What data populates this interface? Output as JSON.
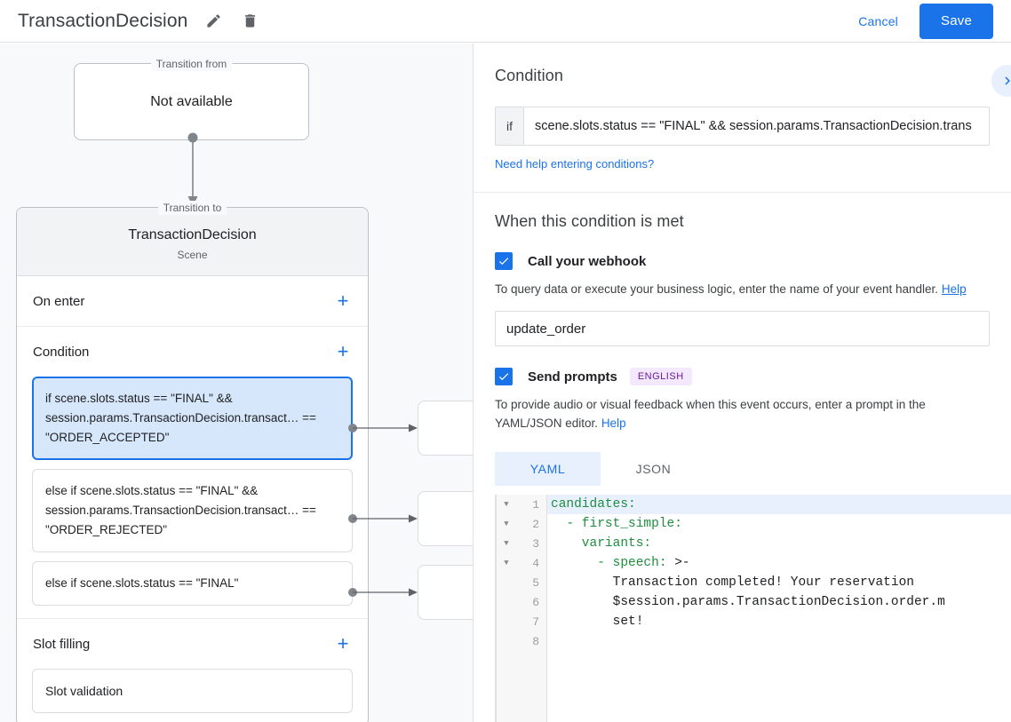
{
  "topbar": {
    "title": "TransactionDecision",
    "edit_icon": "pencil-icon",
    "delete_icon": "trash-icon",
    "cancel_label": "Cancel",
    "save_label": "Save"
  },
  "canvas": {
    "transition_from": {
      "legend": "Transition from",
      "value": "Not available"
    },
    "transition_to": {
      "legend": "Transition to",
      "name": "TransactionDecision",
      "type": "Scene"
    },
    "sections": [
      {
        "label": "On enter",
        "add_label": "+"
      },
      {
        "label": "Condition",
        "add_label": "+"
      },
      {
        "label": "Slot filling",
        "add_label": "+"
      }
    ],
    "conditions": [
      {
        "text": "if scene.slots.status == \"FINAL\" && session.params.TransactionDecision.transact… == \"ORDER_ACCEPTED\"",
        "selected": true
      },
      {
        "text": "else if scene.slots.status == \"FINAL\" && session.params.TransactionDecision.transact… == \"ORDER_REJECTED\"",
        "selected": false
      },
      {
        "text": "else if scene.slots.status == \"FINAL\"",
        "selected": false
      }
    ],
    "slot_filling_item": "Slot validation"
  },
  "panel": {
    "condition": {
      "title": "Condition",
      "collapse_icon": "chevron-right-icon",
      "if_label": "if",
      "if_value": "scene.slots.status == \"FINAL\" && session.params.TransactionDecision.trans",
      "help_link": "Need help entering conditions?"
    },
    "when_met": {
      "title": "When this condition is met",
      "webhook": {
        "checked": true,
        "label": "Call your webhook",
        "description": "To query data or execute your business logic, enter the name of your event handler.",
        "help_label": "Help",
        "value": "update_order"
      },
      "prompts": {
        "checked": true,
        "label": "Send prompts",
        "badge": "ENGLISH",
        "description": "To provide audio or visual feedback when this event occurs, enter a prompt in the YAML/JSON editor.",
        "help_label": "Help",
        "tabs": [
          {
            "label": "YAML",
            "active": true
          },
          {
            "label": "JSON",
            "active": false
          }
        ],
        "editor": {
          "lines": [
            {
              "n": "1",
              "fold": true,
              "indent": 0,
              "key": "candidates:",
              "rest": "",
              "highlighted": true
            },
            {
              "n": "2",
              "fold": true,
              "indent": 2,
              "key": "- first_simple:",
              "rest": "",
              "highlighted": false
            },
            {
              "n": "3",
              "fold": true,
              "indent": 4,
              "key": "variants:",
              "rest": "",
              "highlighted": false
            },
            {
              "n": "4",
              "fold": true,
              "indent": 6,
              "key": "- speech: ",
              "rest": ">-",
              "highlighted": false
            },
            {
              "n": "5",
              "fold": false,
              "indent": 8,
              "key": "",
              "rest": "Transaction completed! Your reservation",
              "highlighted": false
            },
            {
              "n": "6",
              "fold": false,
              "indent": 8,
              "key": "",
              "rest": "$session.params.TransactionDecision.order.m",
              "highlighted": false
            },
            {
              "n": "7",
              "fold": false,
              "indent": 8,
              "key": "",
              "rest": "set!",
              "highlighted": false
            },
            {
              "n": "8",
              "fold": false,
              "indent": 0,
              "key": "",
              "rest": "",
              "highlighted": false
            }
          ]
        }
      }
    }
  },
  "colors": {
    "accent": "#1a73e8",
    "canvas_bg": "#f8f9fa",
    "selected_condition_bg": "#d7e7fb",
    "badge_bg": "#f3e8fd",
    "badge_fg": "#6a1b9a",
    "yaml_key": "#1e8e3e"
  }
}
